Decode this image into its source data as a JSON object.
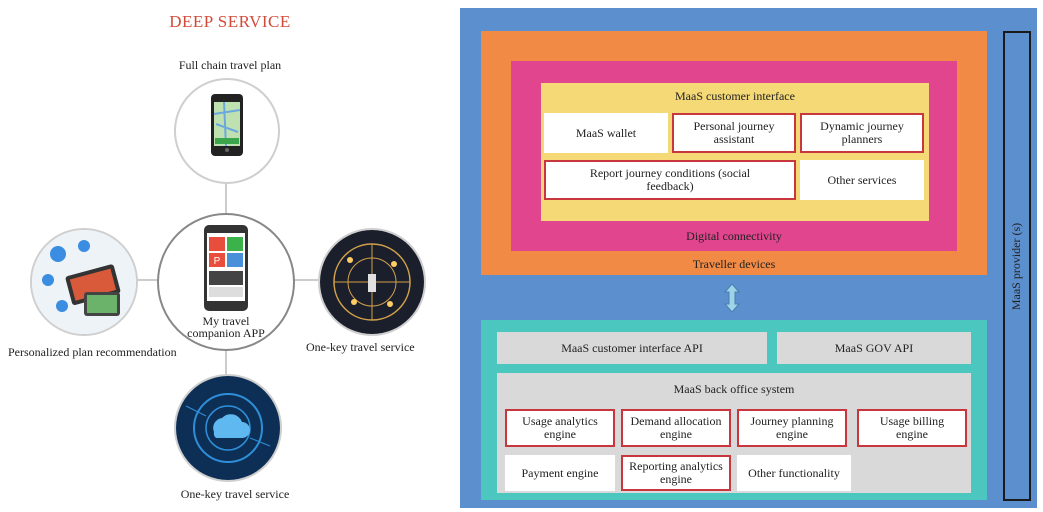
{
  "left": {
    "title": "DEEP SERVICE",
    "top_caption": "Full chain travel plan",
    "center_label_line1": "My travel",
    "center_label_line2": "companion APP",
    "left_caption": "Personalized plan recommendation",
    "right_caption": "One-key travel service",
    "bottom_caption": "One-key travel service"
  },
  "right": {
    "customer_interface": "MaaS customer interface",
    "wallet": "MaaS wallet",
    "journey_assistant": "Personal journey assistant",
    "dynamic_planners": "Dynamic journey planners",
    "report_conditions": "Report journey conditions (social feedback)",
    "other_services": "Other services",
    "digital_connectivity": "Digital connectivity",
    "traveller_devices": "Traveller devices",
    "provider": "MaaS provider (s)",
    "customer_api": "MaaS customer interface API",
    "gov_api": "MaaS GOV API",
    "back_office": "MaaS back office system",
    "usage_analytics": "Usage analytics engine",
    "demand_allocation": "Demand allocation engine",
    "journey_planning": "Journey planning engine",
    "usage_billing": "Usage billing engine",
    "payment_engine": "Payment engine",
    "reporting_analytics": "Reporting analytics engine",
    "other_functionality": "Other functionality"
  },
  "colors": {
    "title_red": "#d24b3a",
    "outer_blue": "#5b8fce",
    "orange": "#f08a45",
    "magenta": "#e0458e",
    "yellow": "#f5d976",
    "teal": "#4cc7c0",
    "grey": "#d9d9d9",
    "box_red": "#c8373e"
  },
  "icons": [
    "smartphone-map-icon",
    "smartphone-app-icon",
    "network-globe-icon",
    "cloud-network-icon",
    "devices-icon",
    "double-arrow-icon"
  ]
}
